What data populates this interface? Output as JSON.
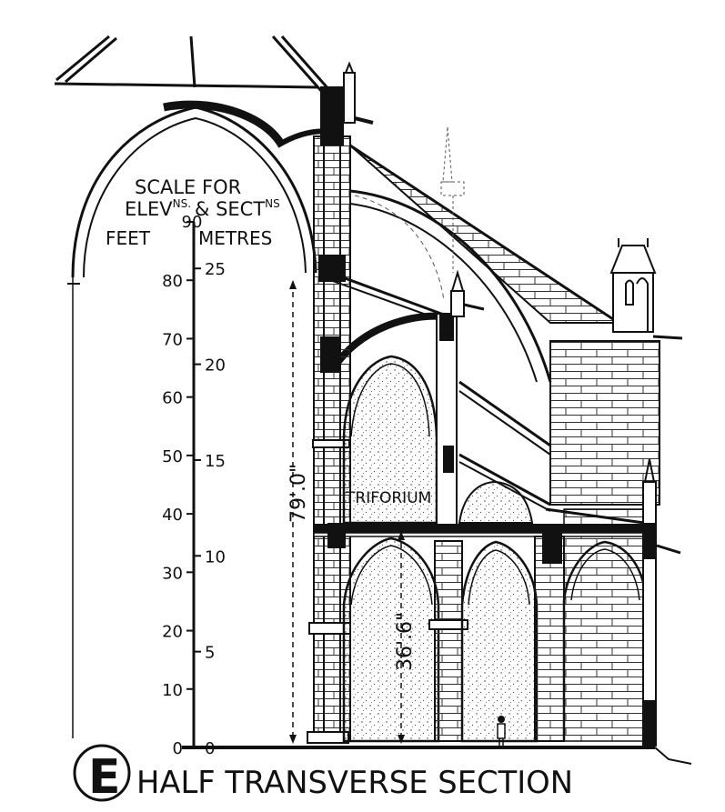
{
  "scale": {
    "title_line1": "SCALE FOR",
    "title_line2_main": "ELEV",
    "title_line2_sup1": "NS.",
    "title_line2_amp": "& SECT",
    "title_line2_sup2": "NS",
    "feet_label": "FEET",
    "metres_label": "METRES",
    "feet_ticks": [
      "0",
      "10",
      "20",
      "30",
      "40",
      "50",
      "60",
      "70",
      "80",
      "90"
    ],
    "metre_ticks": [
      "0",
      "5",
      "10",
      "15",
      "20",
      "25"
    ]
  },
  "labels": {
    "triforium": "TRIFORIUM",
    "height_total": "79'.0\"",
    "height_arcade": "36'.6\""
  },
  "caption": {
    "letter": "E",
    "text": "HALF TRANSVERSE SECTION"
  }
}
